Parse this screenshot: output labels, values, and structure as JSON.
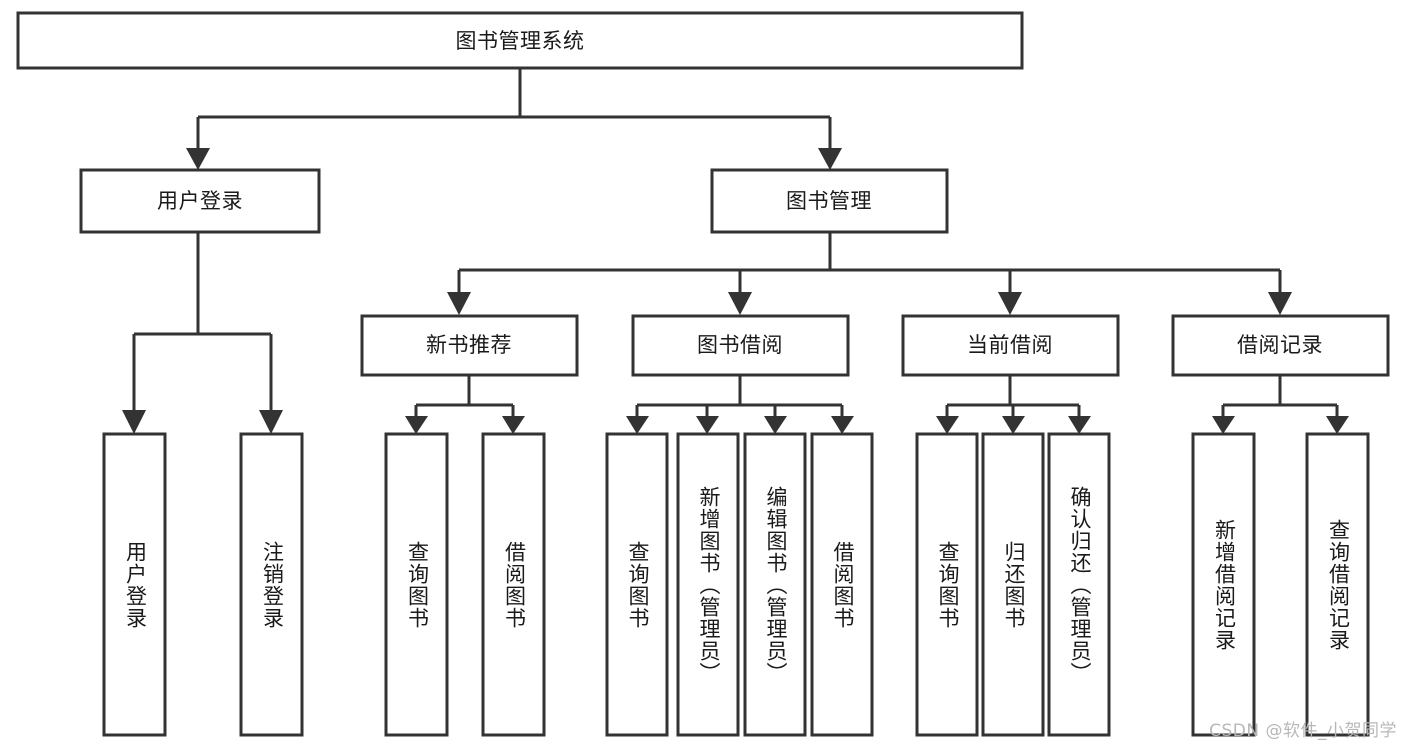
{
  "diagram": {
    "type": "tree-hierarchy-chart",
    "title": "图书管理系统",
    "orientation": "top-down",
    "colors": {
      "box_stroke": "#333333",
      "box_fill": "#ffffff",
      "text": "#1a1a1a",
      "background": "#ffffff",
      "watermark": "#b8b8b8"
    },
    "root": {
      "label": "图书管理系统"
    },
    "level2": [
      {
        "label": "用户登录"
      },
      {
        "label": "图书管理"
      }
    ],
    "level3": [
      {
        "label": "新书推荐"
      },
      {
        "label": "图书借阅"
      },
      {
        "label": "当前借阅"
      },
      {
        "label": "借阅记录"
      }
    ],
    "leaves": {
      "user_login": [
        {
          "label": "用户登录"
        },
        {
          "label": "注销登录"
        }
      ],
      "new_book_recommend": [
        {
          "label": "查询图书"
        },
        {
          "label": "借阅图书"
        }
      ],
      "book_borrow": [
        {
          "label": "查询图书"
        },
        {
          "label": "新增图书（管理员）"
        },
        {
          "label": "编辑图书（管理员）"
        },
        {
          "label": "借阅图书"
        }
      ],
      "current_borrow": [
        {
          "label": "查询图书"
        },
        {
          "label": "归还图书"
        },
        {
          "label": "确认归还（管理员）"
        }
      ],
      "borrow_record": [
        {
          "label": "新增借阅记录"
        },
        {
          "label": "查询借阅记录"
        }
      ]
    }
  },
  "watermark": {
    "text": "CSDN @软件_小贺同学"
  }
}
